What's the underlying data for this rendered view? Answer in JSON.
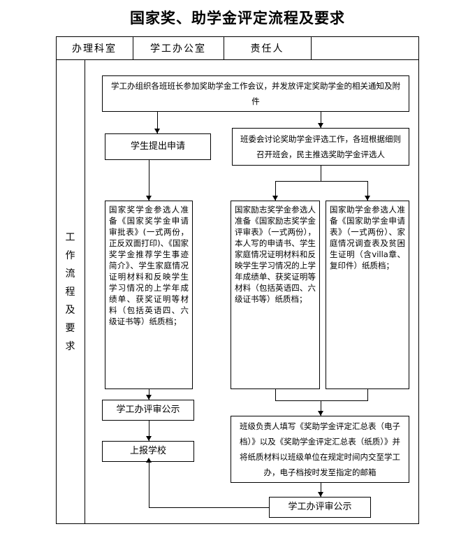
{
  "title": "国家奖、助学金评定流程及要求",
  "header": {
    "cells": [
      {
        "label": "办理科室"
      },
      {
        "label": "学工办公室"
      },
      {
        "label": "责任人"
      },
      {
        "label": ""
      }
    ]
  },
  "left_label": "工 作 流 程 及 要 求",
  "nodes": {
    "n1": "学工办组织各班班长参加奖助学金工作会议，并发放评定奖助学金的相关通知及附件",
    "n2": "学生提出申请",
    "n3": "班委会讨论奖助学金评选工作，各班根据细则召开班会，民主推选奖助学金评选人",
    "n4": "国家奖学金参选人准备《国家奖学金申请审批表》(一式两份，正反双面打印)、《国家奖学金推荐学生事迹简介》、学生家庭情况证明材料和反映学生学习情况的上学年成绩单、获奖证明等材料（包括英语四、六级证书等）纸质档；",
    "n5": "国家励志奖学金参选人准备《国家励志奖学金评审表》（一式两份），本人写的申请书、学生家庭情况证明材料和反映学生学习情况的上学年成绩单、获奖证明等材料（包括英语四、六级证书等）纸质档；",
    "n6": "国家助学金参选人准备《国家助学金申请表》（一式两份）、家庭情况调查表及贫困生证明（含villa章、复印件）纸质档；",
    "n7": "学工办评审公示",
    "n8": "上报学校",
    "n9": "班级负责人填写《奖助学金评定汇总表（电子档）》以及《奖助学金评定汇总表（纸质）》并将纸质材料以班级单位在规定时间内交至学工办，电子档按时发至指定的邮箱",
    "n10": "学工办评审公示"
  }
}
